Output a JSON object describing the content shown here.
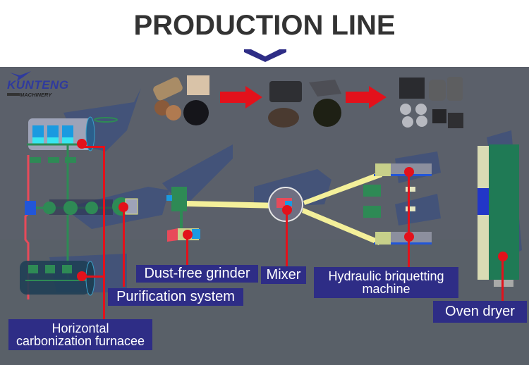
{
  "header": {
    "title": "PRODUCTION LINE",
    "chevron_icon": "chevron-down-icon",
    "accent_color": "#2e2d86"
  },
  "brand": {
    "name": "KUNTENG",
    "subtitle": "MACHINERY"
  },
  "raw_materials": [
    "wood logs",
    "wood chips",
    "coconut shells",
    "sawdust pellets"
  ],
  "carbonized_products": [
    "charcoal sticks",
    "charcoal lumps",
    "carbonized coconut shells",
    "charcoal granules"
  ],
  "final_products": [
    "hexagonal briquettes",
    "round hollow briquettes",
    "flower briquettes",
    "round tablet briquettes",
    "square briquettes"
  ],
  "labels": {
    "furnace": "Horizontal carbonization furnacee",
    "furnace_line1": "Horizontal",
    "furnace_line2": "carbonization furnacee",
    "purification": "Purification system",
    "grinder": "Dust-free grinder",
    "mixer": "Mixer",
    "briquetting_line1": "Hydraulic briquetting",
    "briquetting_line2": "machine",
    "dryer": "Oven dryer"
  },
  "watermark": "KUNTENG MACHINERY",
  "colors": {
    "background": "#5b606a",
    "label_bg": "#2e2d86",
    "pointer": "#e3111b",
    "conveyor": "#f4f09a",
    "machine_green": "#1f7a55"
  }
}
